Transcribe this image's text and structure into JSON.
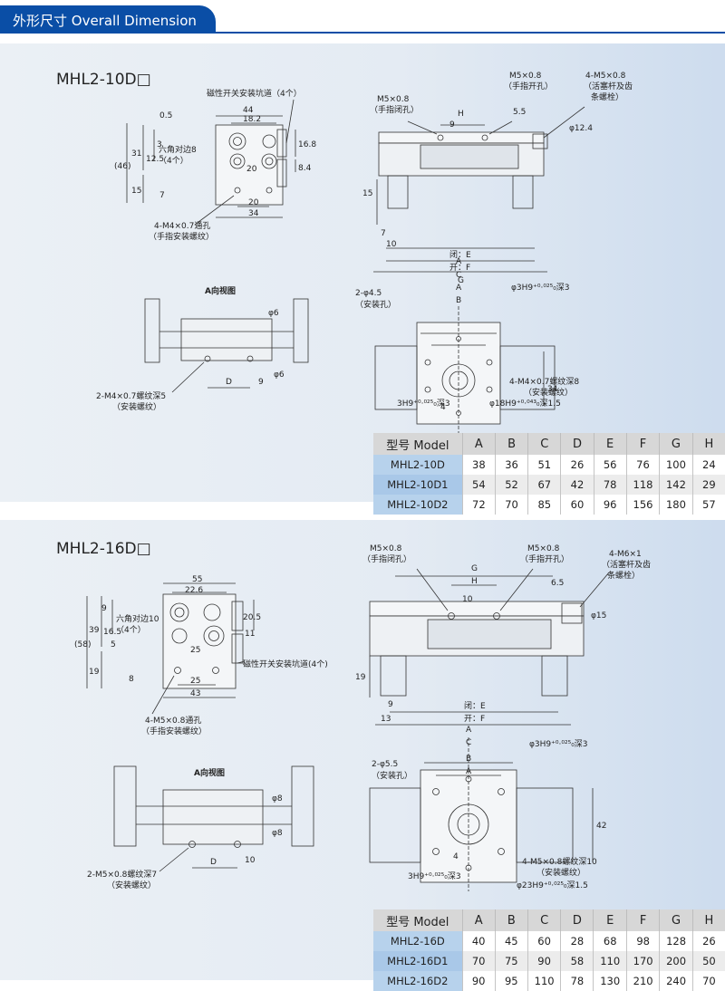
{
  "header": {
    "title": "外形尺寸 Overall Dimension",
    "color": "#0a4ea6"
  },
  "sections": [
    {
      "model_title": "MHL2-10D□",
      "top_view": {
        "label_sensor": "磁性开关安装坑道（4个）",
        "dims": [
          "44",
          "18.2",
          "0.5",
          "31",
          "(46)",
          "12.5",
          "3",
          "15",
          "7",
          "16.8",
          "8.4",
          "20",
          "20",
          "34"
        ],
        "hex_label": "六角对边8",
        "hex_count": "（4个）",
        "hole_label": "4-M4×0.7通孔",
        "hole_sub": "（手指安装螺纹）"
      },
      "front_view": {
        "m_close": "M5×0.8",
        "m_close_sub": "（手指闭孔）",
        "m_open": "M5×0.8",
        "m_open_sub": "（手指开孔）",
        "piston": "4-M5×0.8",
        "piston_sub1": "（活塞杆及齿",
        "piston_sub2": "条螺栓）",
        "dims": [
          "H",
          "9",
          "5.5",
          "φ12.4",
          "15",
          "7",
          "10",
          "闭：E",
          "开：F",
          "G"
        ]
      },
      "a_view": {
        "title": "A向视图",
        "thread": "2-M4×0.7螺纹深5",
        "thread_sub": "（安装螺纹）",
        "dims": [
          "φ6",
          "φ6",
          "9",
          "D"
        ]
      },
      "bottom_view": {
        "mount_hole": "2-φ4.5",
        "mount_sub": "（安装孔）",
        "pin_hole": "φ3H9⁺⁰·⁰²⁵₀深3",
        "thread": "4-M4×0.7螺纹深8",
        "thread_sub": "（安装螺纹）",
        "bore": "φ18H9⁺⁰·⁰⁴³₀深1.5",
        "slot": "3H9⁺⁰·⁰²⁵₀深3",
        "dims": [
          "A",
          "C",
          "A",
          "B",
          "34",
          "4"
        ]
      },
      "table": {
        "headers": [
          "型号 Model",
          "A",
          "B",
          "C",
          "D",
          "E",
          "F",
          "G",
          "H"
        ],
        "rows": [
          [
            "MHL2-10D",
            "38",
            "36",
            "51",
            "26",
            "56",
            "76",
            "100",
            "24"
          ],
          [
            "MHL2-10D1",
            "54",
            "52",
            "67",
            "42",
            "78",
            "118",
            "142",
            "29"
          ],
          [
            "MHL2-10D2",
            "72",
            "70",
            "85",
            "60",
            "96",
            "156",
            "180",
            "57"
          ]
        ]
      }
    },
    {
      "model_title": "MHL2-16D□",
      "top_view": {
        "label_sensor": "磁性开关安装坑道(4个)",
        "dims": [
          "55",
          "22.6",
          "9",
          "39",
          "(58)",
          "16.5",
          "5",
          "19",
          "8",
          "20.5",
          "11",
          "25",
          "25",
          "43"
        ],
        "hex_label": "六角对边10",
        "hex_count": "（4个）",
        "hole_label": "4-M5×0.8通孔",
        "hole_sub": "（手指安装螺纹）"
      },
      "front_view": {
        "m_close": "M5×0.8",
        "m_close_sub": "（手指闭孔）",
        "m_open": "M5×0.8",
        "m_open_sub": "（手指开孔）",
        "piston": "4-M6×1",
        "piston_sub1": "（活塞杆及齿",
        "piston_sub2": "条螺栓）",
        "dims": [
          "G",
          "H",
          "10",
          "6.5",
          "φ15",
          "19",
          "9",
          "13",
          "闭：E",
          "开：F"
        ]
      },
      "a_view": {
        "title": "A向视图",
        "thread": "2-M5×0.8螺纹深7",
        "thread_sub": "（安装螺纹）",
        "dims": [
          "φ8",
          "φ8",
          "10",
          "D"
        ]
      },
      "bottom_view": {
        "mount_hole": "2-φ5.5",
        "mount_sub": "（安装孔）",
        "pin_hole": "φ3H9⁺⁰·⁰²⁵₀深3",
        "thread": "4-M5×0.8螺纹深10",
        "thread_sub": "（安装螺纹）",
        "bore": "φ23H9⁺⁰·⁰²⁵₀深1.5",
        "slot": "3H9⁺⁰·⁰²⁵₀深3",
        "dims": [
          "A",
          "C",
          "B",
          "A",
          "42",
          "4"
        ]
      },
      "table": {
        "headers": [
          "型号 Model",
          "A",
          "B",
          "C",
          "D",
          "E",
          "F",
          "G",
          "H"
        ],
        "rows": [
          [
            "MHL2-16D",
            "40",
            "45",
            "60",
            "28",
            "68",
            "98",
            "128",
            "26"
          ],
          [
            "MHL2-16D1",
            "70",
            "75",
            "90",
            "58",
            "110",
            "170",
            "200",
            "50"
          ],
          [
            "MHL2-16D2",
            "90",
            "95",
            "110",
            "78",
            "130",
            "210",
            "240",
            "70"
          ]
        ]
      }
    }
  ]
}
